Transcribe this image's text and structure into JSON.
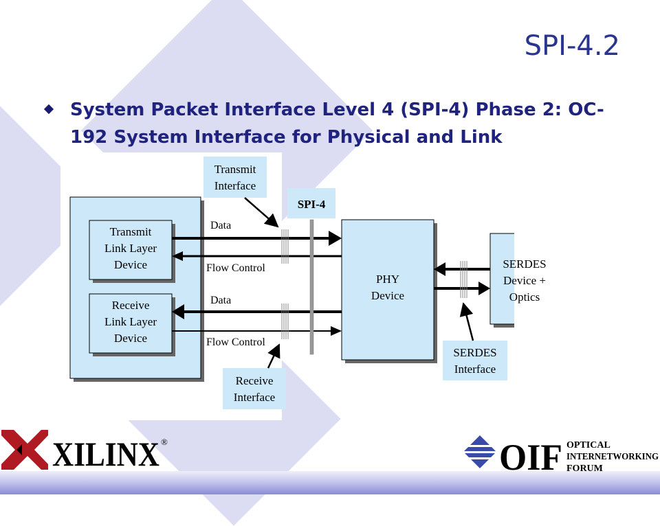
{
  "slide": {
    "title": "SPI-4.2",
    "bullet": "System Packet Interface Level 4 (SPI-4) Phase 2: OC-192 System Interface for Physical and Link"
  },
  "diagram": {
    "blocks": {
      "transmit_link": [
        "Transmit",
        "Link Layer",
        "Device"
      ],
      "receive_link": [
        "Receive",
        "Link Layer",
        "Device"
      ],
      "phy": [
        "PHY",
        "Device"
      ],
      "serdes_device": [
        "SERDES",
        "Device +",
        "Optics"
      ]
    },
    "callouts": {
      "transmit_interface": [
        "Transmit",
        "Interface"
      ],
      "spi4": "SPI-4",
      "receive_interface": [
        "Receive",
        "Interface"
      ],
      "serdes_interface": [
        "SERDES",
        "Interface"
      ]
    },
    "signals": {
      "tx_data": "Data",
      "tx_flow": "Flow Control",
      "rx_data": "Data",
      "rx_flow": "Flow Control"
    }
  },
  "logos": {
    "xilinx": "XILINX",
    "xilinx_mark": "®",
    "oif": "OIF",
    "oif_lines": [
      "OPTICAL",
      "INTERNETWORKING",
      "FORUM"
    ]
  },
  "colors": {
    "title": "#2a3590",
    "bullet_text": "#20237e",
    "block_fill": "#cde8f8",
    "background_shape": "#dcdcf2",
    "oif_blue": "#3a4aa8"
  }
}
